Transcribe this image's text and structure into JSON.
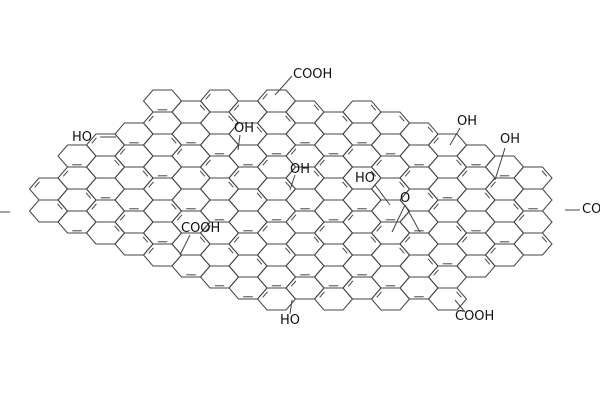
{
  "diagram": {
    "labels": [
      {
        "id": "cooh-top",
        "text": "COOH"
      },
      {
        "id": "ho-left",
        "text": "HO"
      },
      {
        "id": "oh-upper-mid",
        "text": "OH"
      },
      {
        "id": "oh-upper-right",
        "text": "OH"
      },
      {
        "id": "oh-right",
        "text": "OH"
      },
      {
        "id": "oh-center",
        "text": "OH"
      },
      {
        "id": "ho-center",
        "text": "HO"
      },
      {
        "id": "epoxide-o",
        "text": "O"
      },
      {
        "id": "cooh-right",
        "text": "CO"
      },
      {
        "id": "cooh-mid",
        "text": "COOH"
      },
      {
        "id": "ho-bottom",
        "text": "HO"
      },
      {
        "id": "cooh-bottom",
        "text": "COOH"
      }
    ],
    "line_color": "#444444",
    "text_color": "#111111"
  }
}
